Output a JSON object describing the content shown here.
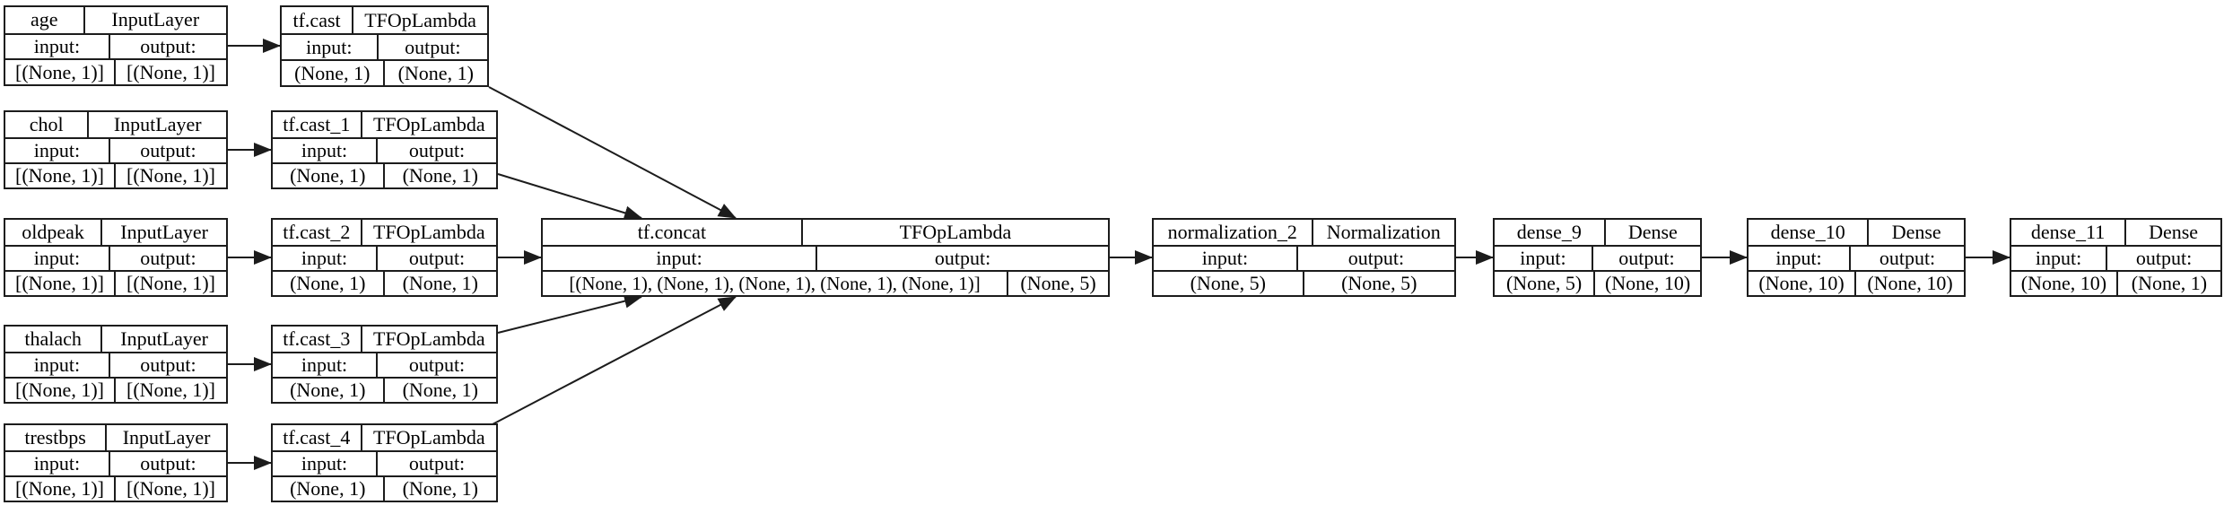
{
  "diagram": {
    "kind": "keras-model-plot",
    "colors": {
      "border": "#1c1c1c",
      "background": "#ffffff",
      "text": "#000000"
    }
  },
  "nodes": [
    {
      "name": "age",
      "type": "InputLayer",
      "input_label": "input:",
      "output_label": "output:",
      "input_shape": "[(None, 1)]",
      "output_shape": "[(None, 1)]"
    },
    {
      "name": "tf.cast",
      "type": "TFOpLambda",
      "input_label": "input:",
      "output_label": "output:",
      "input_shape": "(None, 1)",
      "output_shape": "(None, 1)"
    },
    {
      "name": "chol",
      "type": "InputLayer",
      "input_label": "input:",
      "output_label": "output:",
      "input_shape": "[(None, 1)]",
      "output_shape": "[(None, 1)]"
    },
    {
      "name": "tf.cast_1",
      "type": "TFOpLambda",
      "input_label": "input:",
      "output_label": "output:",
      "input_shape": "(None, 1)",
      "output_shape": "(None, 1)"
    },
    {
      "name": "oldpeak",
      "type": "InputLayer",
      "input_label": "input:",
      "output_label": "output:",
      "input_shape": "[(None, 1)]",
      "output_shape": "[(None, 1)]"
    },
    {
      "name": "tf.cast_2",
      "type": "TFOpLambda",
      "input_label": "input:",
      "output_label": "output:",
      "input_shape": "(None, 1)",
      "output_shape": "(None, 1)"
    },
    {
      "name": "thalach",
      "type": "InputLayer",
      "input_label": "input:",
      "output_label": "output:",
      "input_shape": "[(None, 1)]",
      "output_shape": "[(None, 1)]"
    },
    {
      "name": "tf.cast_3",
      "type": "TFOpLambda",
      "input_label": "input:",
      "output_label": "output:",
      "input_shape": "(None, 1)",
      "output_shape": "(None, 1)"
    },
    {
      "name": "trestbps",
      "type": "InputLayer",
      "input_label": "input:",
      "output_label": "output:",
      "input_shape": "[(None, 1)]",
      "output_shape": "[(None, 1)]"
    },
    {
      "name": "tf.cast_4",
      "type": "TFOpLambda",
      "input_label": "input:",
      "output_label": "output:",
      "input_shape": "(None, 1)",
      "output_shape": "(None, 1)"
    },
    {
      "name": "tf.concat",
      "type": "TFOpLambda",
      "input_label": "input:",
      "output_label": "output:",
      "input_shape": "[(None, 1), (None, 1), (None, 1), (None, 1), (None, 1)]",
      "output_shape": "(None, 5)"
    },
    {
      "name": "normalization_2",
      "type": "Normalization",
      "input_label": "input:",
      "output_label": "output:",
      "input_shape": "(None, 5)",
      "output_shape": "(None, 5)"
    },
    {
      "name": "dense_9",
      "type": "Dense",
      "input_label": "input:",
      "output_label": "output:",
      "input_shape": "(None, 5)",
      "output_shape": "(None, 10)"
    },
    {
      "name": "dense_10",
      "type": "Dense",
      "input_label": "input:",
      "output_label": "output:",
      "input_shape": "(None, 10)",
      "output_shape": "(None, 10)"
    },
    {
      "name": "dense_11",
      "type": "Dense",
      "input_label": "input:",
      "output_label": "output:",
      "input_shape": "(None, 10)",
      "output_shape": "(None, 1)"
    }
  ],
  "edges": [
    {
      "from": "age",
      "to": "tf.cast"
    },
    {
      "from": "chol",
      "to": "tf.cast_1"
    },
    {
      "from": "oldpeak",
      "to": "tf.cast_2"
    },
    {
      "from": "thalach",
      "to": "tf.cast_3"
    },
    {
      "from": "trestbps",
      "to": "tf.cast_4"
    },
    {
      "from": "tf.cast",
      "to": "tf.concat"
    },
    {
      "from": "tf.cast_1",
      "to": "tf.concat"
    },
    {
      "from": "tf.cast_2",
      "to": "tf.concat"
    },
    {
      "from": "tf.cast_3",
      "to": "tf.concat"
    },
    {
      "from": "tf.cast_4",
      "to": "tf.concat"
    },
    {
      "from": "tf.concat",
      "to": "normalization_2"
    },
    {
      "from": "normalization_2",
      "to": "dense_9"
    },
    {
      "from": "dense_9",
      "to": "dense_10"
    },
    {
      "from": "dense_10",
      "to": "dense_11"
    }
  ]
}
